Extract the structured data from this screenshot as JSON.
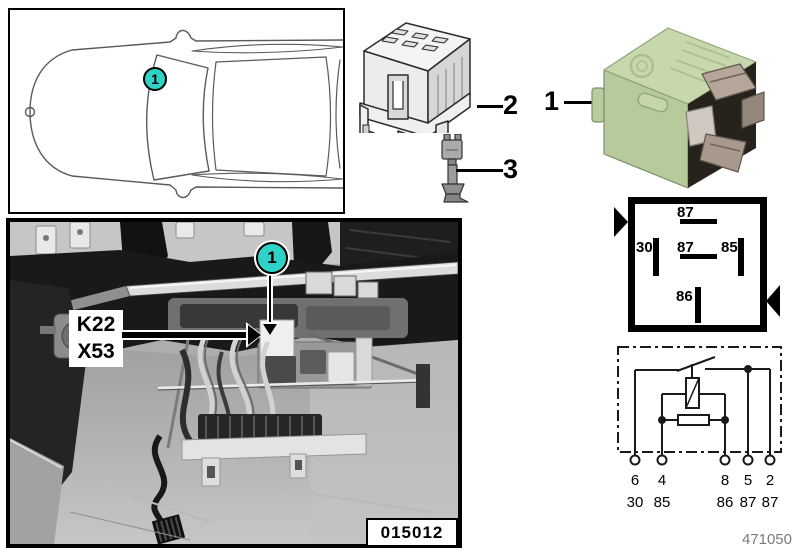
{
  "doc_number": "471050",
  "colors": {
    "badge_cyan": "#2ed3c6",
    "relay_green": "#c3d4a8",
    "pin_diagram_ink": "#000000"
  },
  "car_panel": {
    "badge_label": "1"
  },
  "items": {
    "relay": {
      "number": "1"
    },
    "socket": {
      "number": "2"
    },
    "pin": {
      "number": "3"
    }
  },
  "pin_diagram": {
    "top_label": "87",
    "left_label": "30",
    "center_label": "87",
    "right_label": "85",
    "bottom_label": "86"
  },
  "schematic": {
    "terminals": [
      {
        "pin": "6",
        "function": "30"
      },
      {
        "pin": "4",
        "function": "85"
      },
      {
        "pin": "8",
        "function": "86"
      },
      {
        "pin": "5",
        "function": "87"
      },
      {
        "pin": "2",
        "function": "87"
      }
    ]
  },
  "photo": {
    "badge_label": "1",
    "component_code": "K22",
    "connector_code": "X53",
    "photo_id": "015012"
  }
}
